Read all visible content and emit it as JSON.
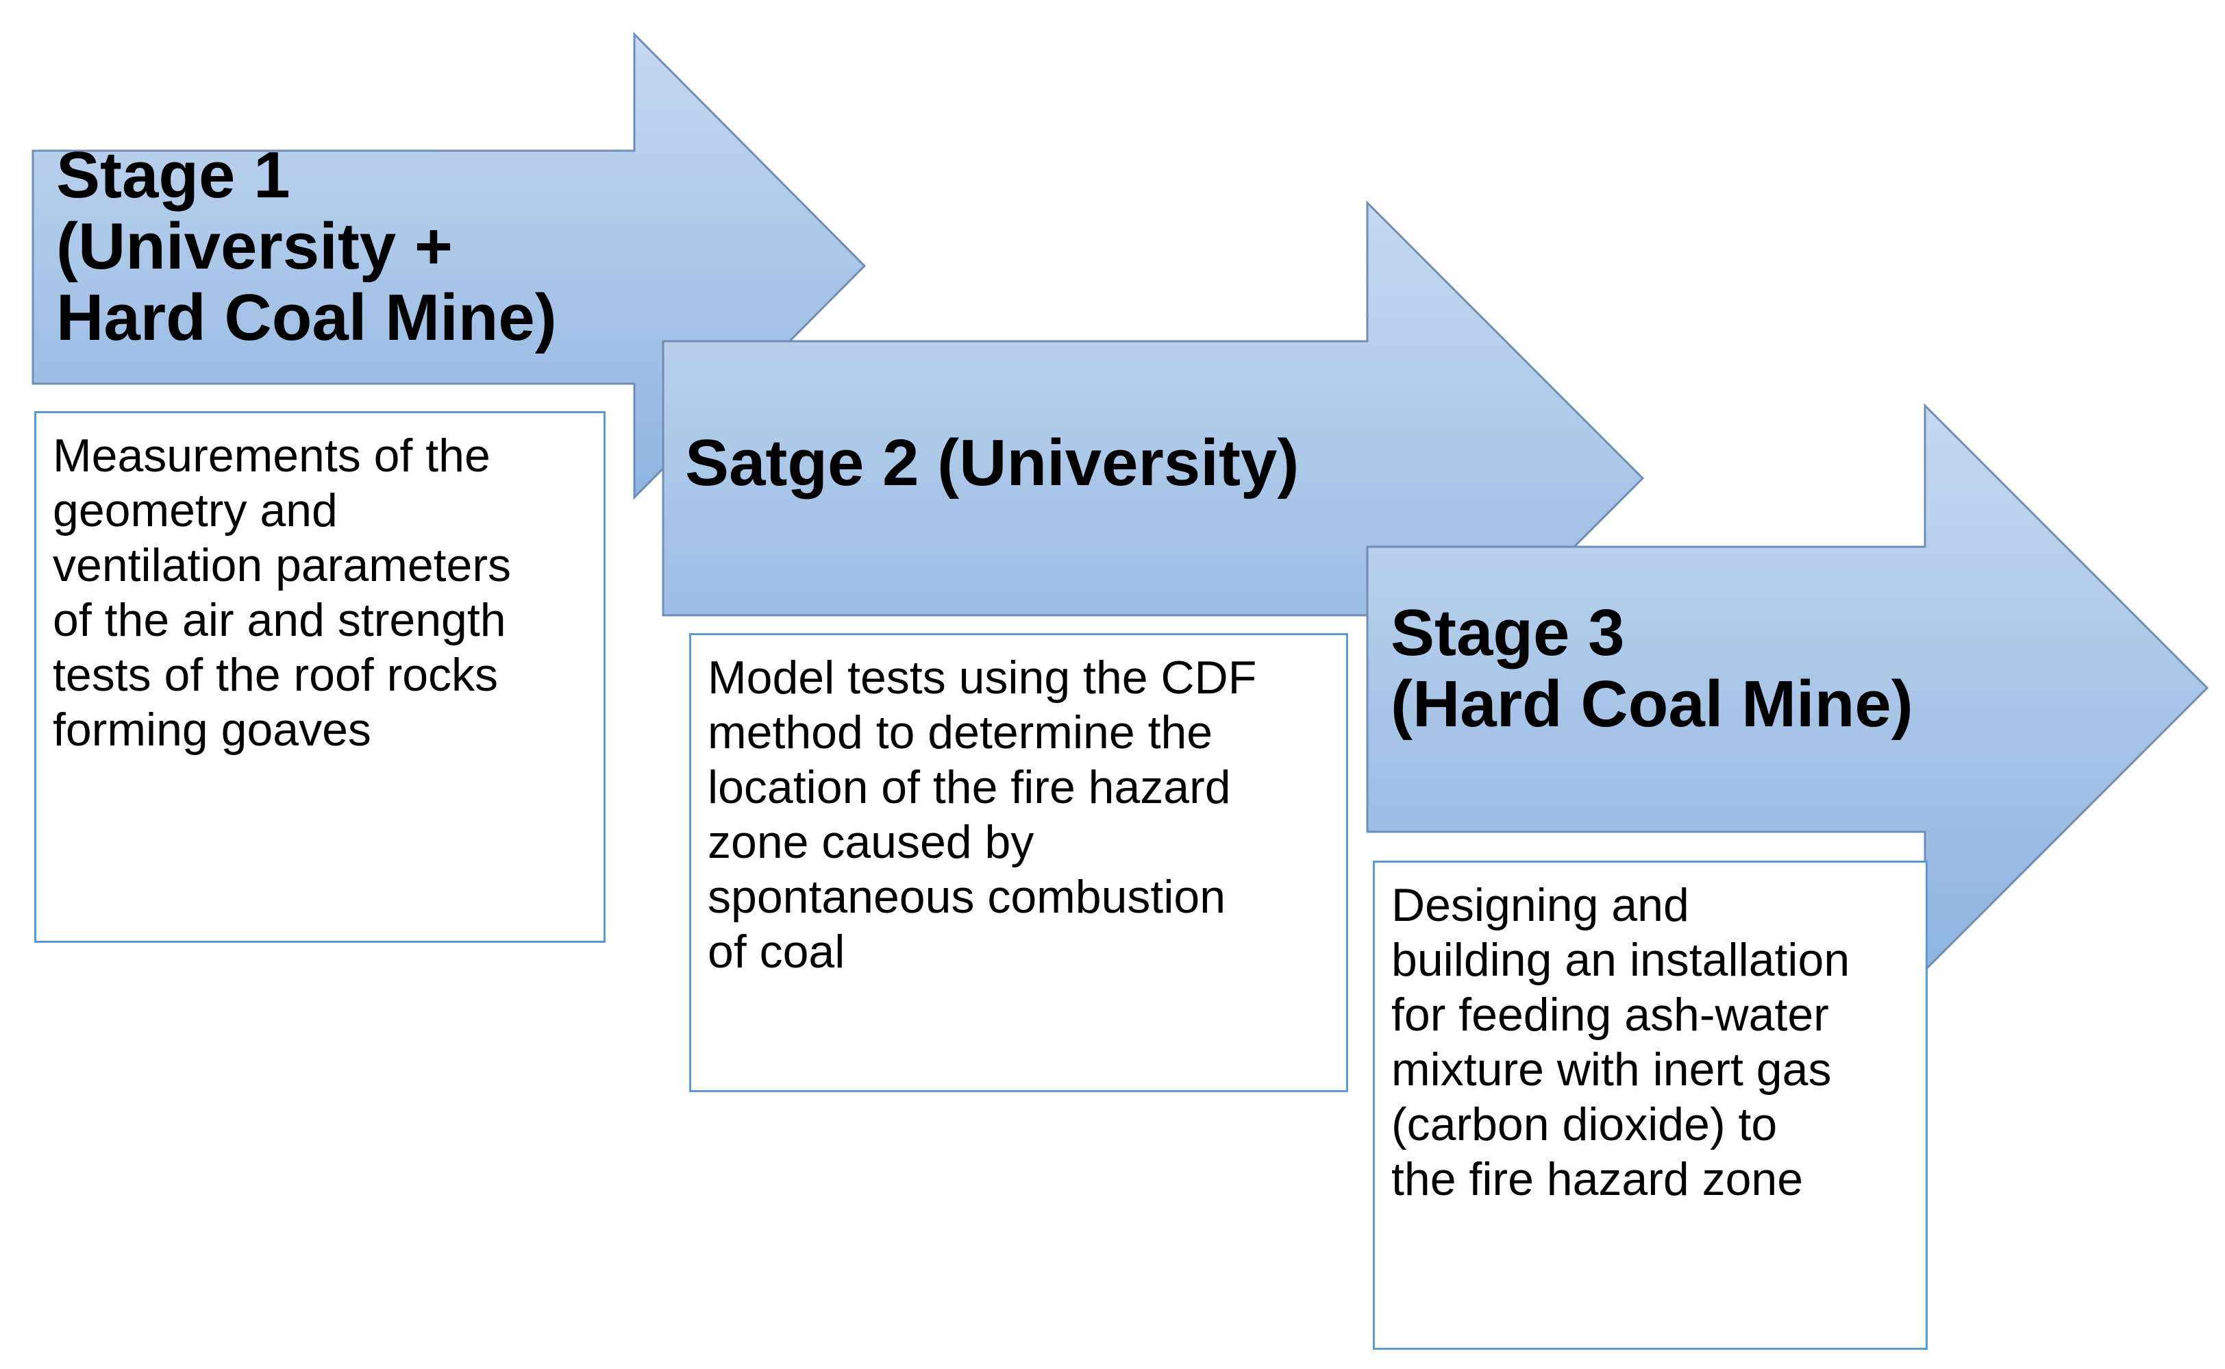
{
  "stages": [
    {
      "title_lines": [
        "Stage 1",
        "(University +",
        "Hard Coal Mine)"
      ],
      "description_lines": [
        "Measurements of the",
        "geometry and",
        "ventilation parameters",
        "of the air and strength",
        "tests of the roof rocks",
        "forming goaves"
      ]
    },
    {
      "title_lines": [
        "Satge 2 (University)"
      ],
      "description_lines": [
        "Model tests using the CDF",
        "method to determine the",
        "location of the fire hazard",
        "zone caused by",
        "spontaneous combustion",
        "of coal"
      ]
    },
    {
      "title_lines": [
        "Stage 3",
        "(Hard Coal Mine)"
      ],
      "description_lines": [
        "Designing and",
        "building an installation",
        "for feeding ash-water",
        "mixture with inert gas",
        "(carbon dioxide) to",
        "the fire hazard zone"
      ]
    }
  ],
  "colors": {
    "arrow_fill_top": "#c5d9ef",
    "arrow_fill_bottom": "#8fb4e1",
    "arrow_stroke": "#6f8db5",
    "box_border": "#5b9bd5",
    "text": "#000000"
  }
}
